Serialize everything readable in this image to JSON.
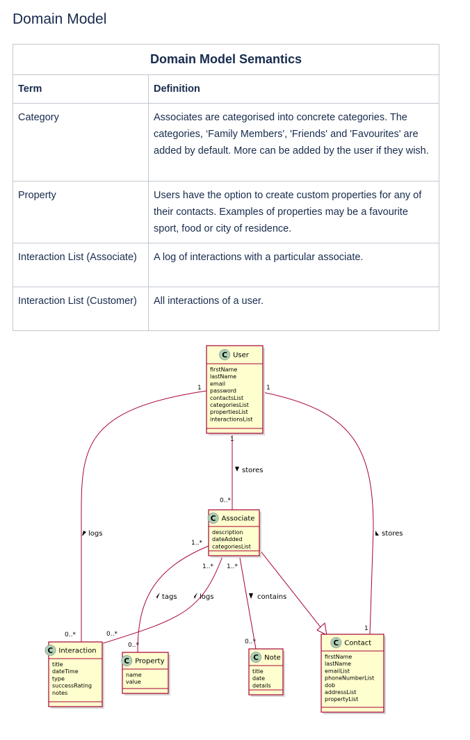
{
  "heading": "Domain Model",
  "table": {
    "title": "Domain Model Semantics",
    "headers": [
      "Term",
      "Definition"
    ],
    "rows": [
      {
        "term": "Category",
        "definition": "Associates are categorised into concrete categories. The categories, ‘Family Members', 'Friends' and 'Favourites' are added by default. More can be added by the user if they wish."
      },
      {
        "term": "Property",
        "definition": "Users have the option to create custom properties for any of their contacts. Examples of properties may be a favourite sport, food or city of residence."
      },
      {
        "term": "Interaction List (Associate)",
        "definition": "A log of interactions with a particular associate."
      },
      {
        "term": "Interaction List (Customer)",
        "definition": "All interactions of a user."
      }
    ]
  },
  "diagram": {
    "colors": {
      "class_fill": "#fefece",
      "class_border": "#a80036",
      "line": "#a80036",
      "circle": "#add1b2"
    },
    "classes": {
      "user": {
        "name": "User",
        "stereotype": "C",
        "attributes": [
          "firstName",
          "lastName",
          "email",
          "password",
          "contactsList",
          "categoriesList",
          "propertiesList",
          "interactionsList"
        ]
      },
      "associate": {
        "name": "Associate",
        "stereotype": "C",
        "attributes": [
          "description",
          "dateAdded",
          "categoriesList"
        ]
      },
      "interaction": {
        "name": "Interaction",
        "stereotype": "C",
        "attributes": [
          "title",
          "dateTime",
          "type",
          "successRating",
          "notes"
        ]
      },
      "property": {
        "name": "Property",
        "stereotype": "C",
        "attributes": [
          "name",
          "value"
        ]
      },
      "note": {
        "name": "Note",
        "stereotype": "C",
        "attributes": [
          "title",
          "date",
          "details"
        ]
      },
      "contact": {
        "name": "Contact",
        "stereotype": "C",
        "attributes": [
          "firstName",
          "lastName",
          "emailList",
          "phoneNumberList",
          "dob",
          "addressList",
          "propertyList"
        ]
      }
    },
    "relations": {
      "user_associate": {
        "label": "stores",
        "mult_from": "1",
        "mult_to": "0..*"
      },
      "user_interaction": {
        "label": "logs",
        "mult_from": "1",
        "mult_to": "0..*"
      },
      "user_contact": {
        "label": "stores",
        "mult_from": "1",
        "mult_to": "1"
      },
      "associate_property": {
        "label": "tags",
        "mult_from": "1..*",
        "mult_to": "0..*"
      },
      "associate_interaction": {
        "label": "logs",
        "mult_from": "1..*",
        "mult_to": "0..*"
      },
      "associate_note": {
        "label": "contains",
        "mult_from": "1..*",
        "mult_to": "0..*"
      }
    }
  }
}
